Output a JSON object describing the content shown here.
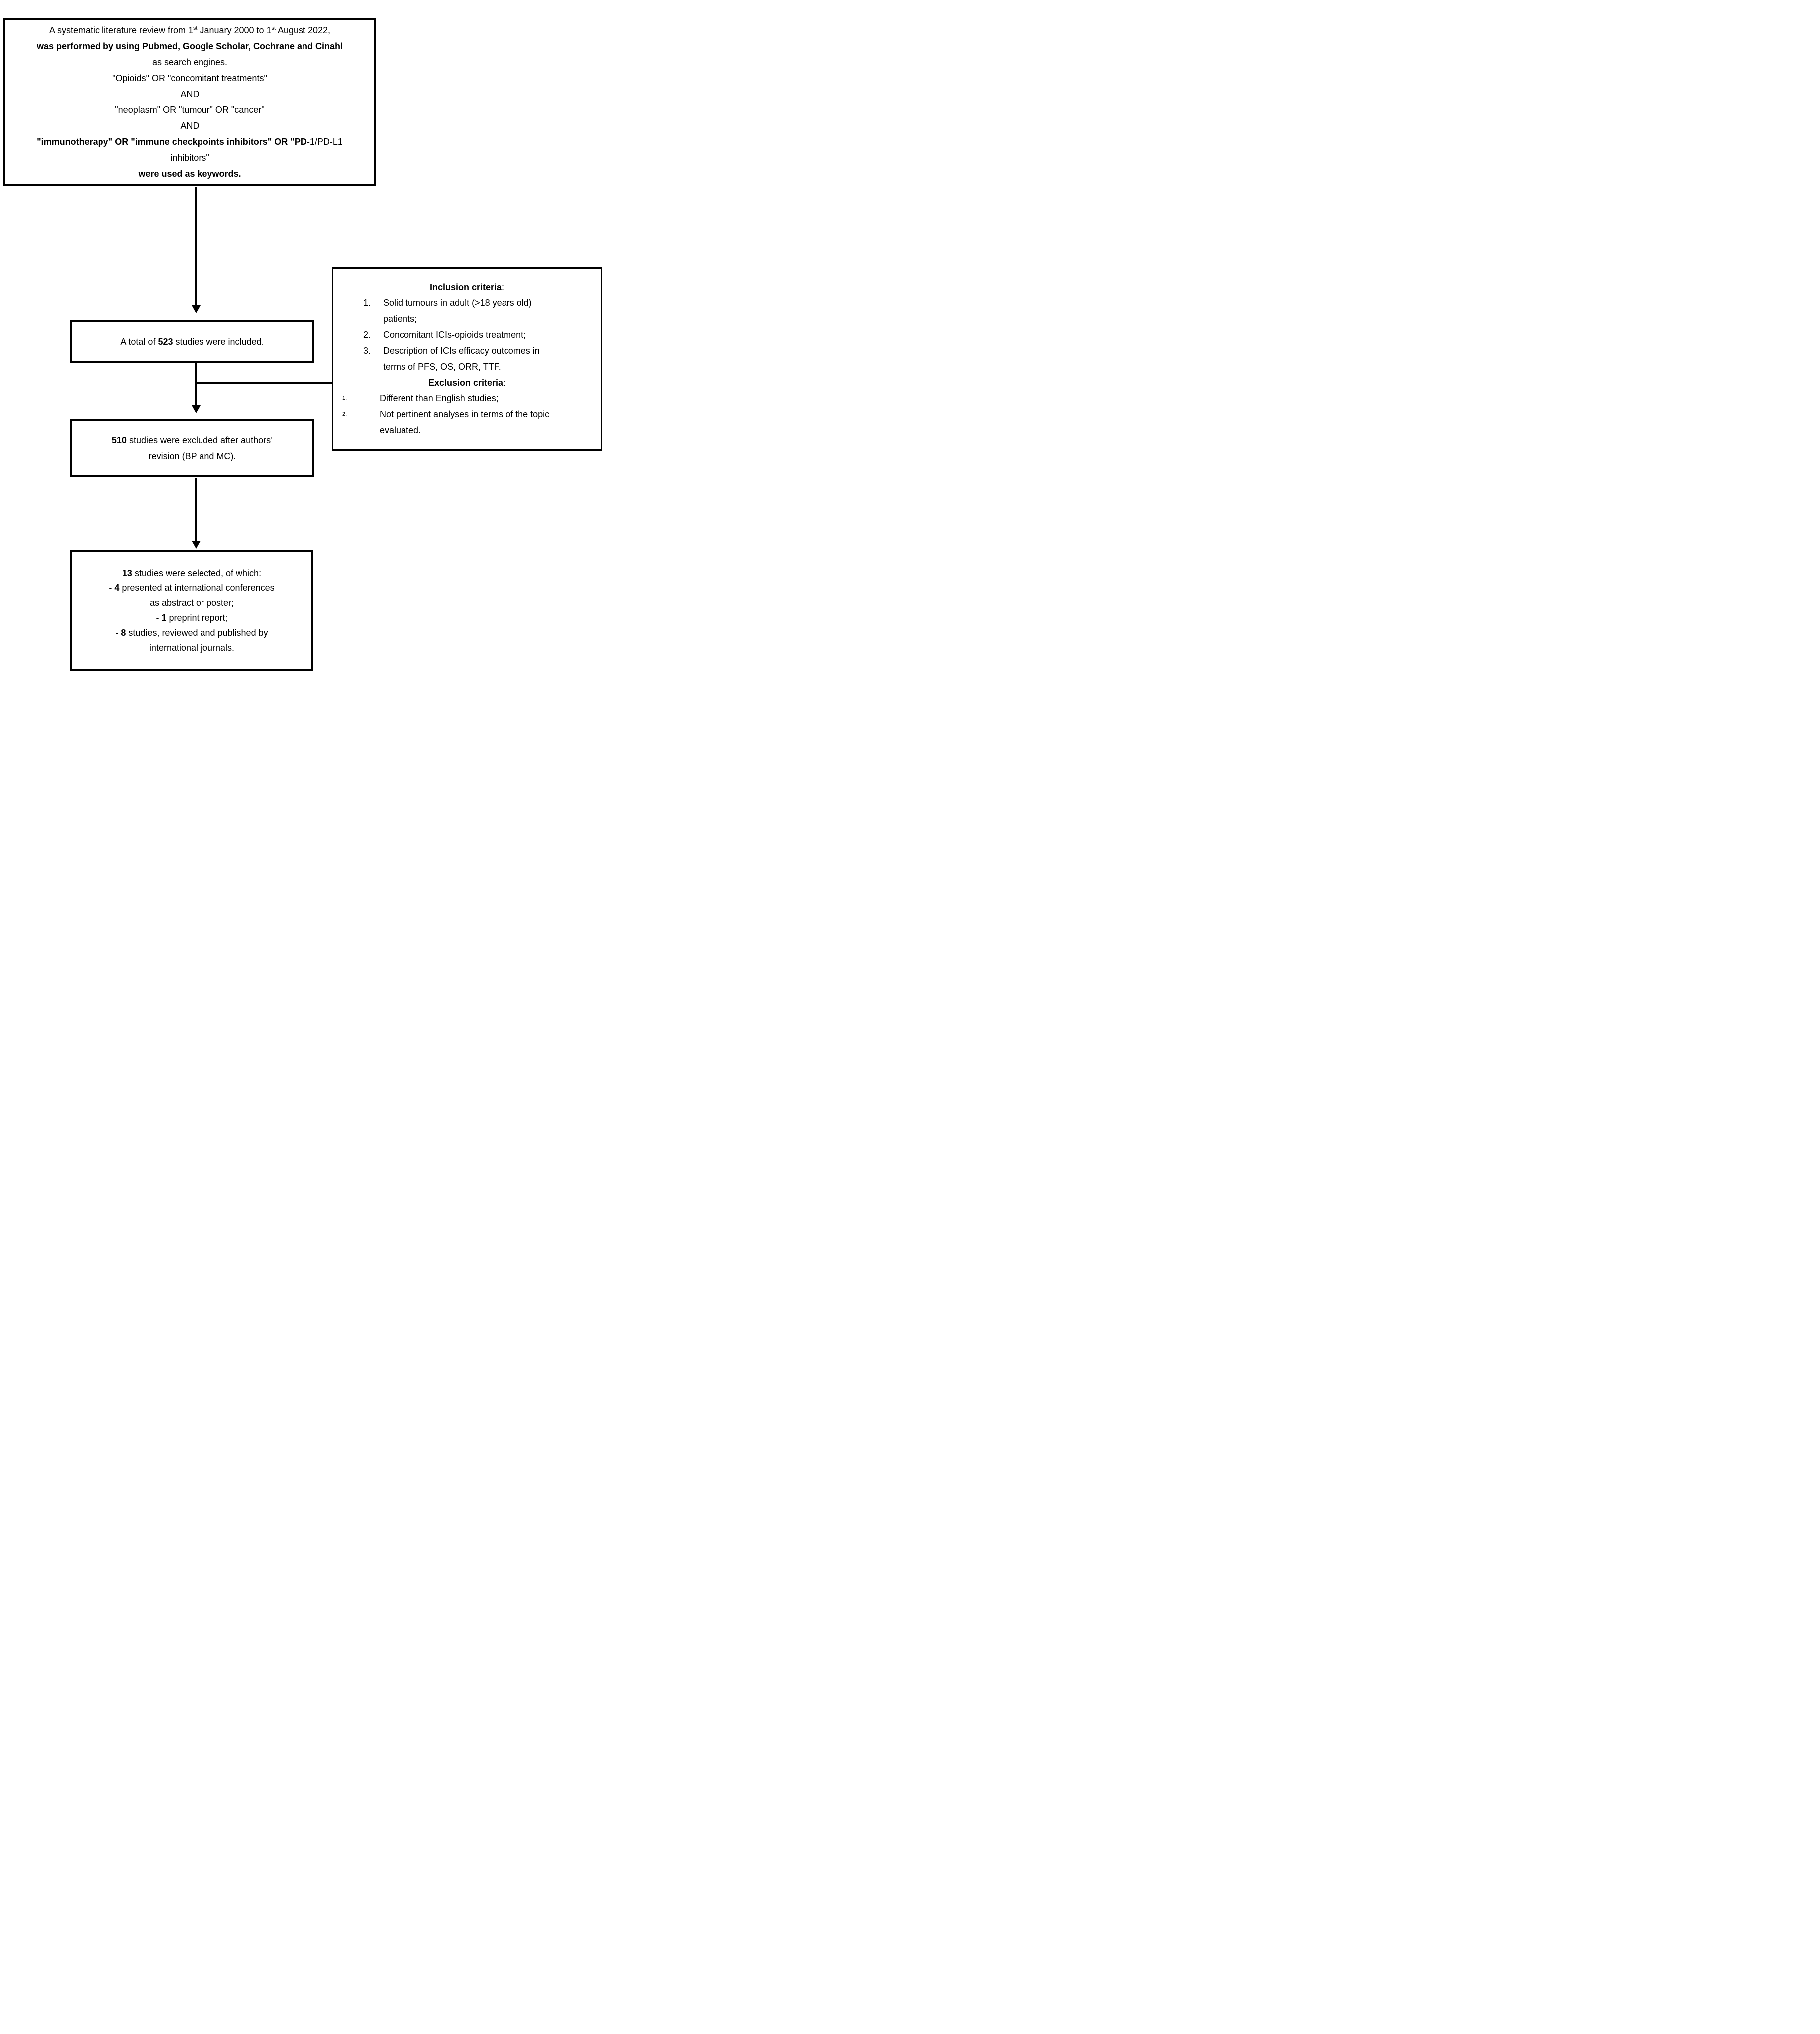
{
  "colors": {
    "ink": "#000000",
    "background": "#ffffff"
  },
  "boxes": {
    "search": {
      "lines": [
        {
          "segs": [
            {
              "t": "A systematic literature review from 1"
            },
            {
              "t": "st",
              "sup": true
            },
            {
              "t": " January 2000 to 1"
            },
            {
              "t": "st",
              "sup": true
            },
            {
              "t": " August 2022,"
            }
          ]
        },
        {
          "segs": [
            {
              "t": "was performed by using Pubmed, Google Scholar, Cochrane and Cinahl",
              "b": true
            }
          ]
        },
        {
          "segs": [
            {
              "t": "as search engines."
            }
          ]
        },
        {
          "segs": [
            {
              "t": "\"Opioids\" OR \"concomitant treatments\""
            }
          ]
        },
        {
          "segs": [
            {
              "t": "AND"
            }
          ]
        },
        {
          "segs": [
            {
              "t": "\"neoplasm\" OR \"tumour\" OR \"cancer\""
            }
          ]
        },
        {
          "segs": [
            {
              "t": "AND"
            }
          ]
        },
        {
          "segs": [
            {
              "t": "\"immunotherapy\" OR \"immune checkpoints inhibitors\" OR \"PD-",
              "b": true
            },
            {
              "t": "1/PD-L1"
            }
          ]
        },
        {
          "segs": [
            {
              "t": "inhibitors\""
            }
          ]
        },
        {
          "segs": [
            {
              "t": "were used as keywords.",
              "b": true
            }
          ]
        }
      ]
    },
    "included": {
      "lines": [
        {
          "segs": [
            {
              "t": "A total of "
            },
            {
              "t": "523",
              "b": true
            },
            {
              "t": " studies were included."
            }
          ]
        }
      ]
    },
    "excluded": {
      "lines": [
        {
          "segs": [
            {
              "t": "510",
              "b": true
            },
            {
              "t": " studies were excluded after authors’"
            }
          ]
        },
        {
          "segs": [
            {
              "t": "revision (BP and MC)."
            }
          ]
        }
      ]
    },
    "selected": {
      "lines": [
        {
          "segs": [
            {
              "t": "13",
              "b": true
            },
            {
              "t": " studies were selected, of which:"
            }
          ]
        },
        {
          "segs": [
            {
              "t": "- "
            },
            {
              "t": "4",
              "b": true
            },
            {
              "t": " presented at international conferences"
            }
          ]
        },
        {
          "segs": [
            {
              "t": "as abstract or poster;"
            }
          ]
        },
        {
          "segs": [
            {
              "t": "- "
            },
            {
              "t": "1",
              "b": true
            },
            {
              "t": " preprint report;"
            }
          ]
        },
        {
          "segs": [
            {
              "t": "- "
            },
            {
              "t": "8",
              "b": true
            },
            {
              "t": " studies, reviewed and published by"
            }
          ]
        },
        {
          "segs": [
            {
              "t": "international journals."
            }
          ]
        }
      ]
    },
    "criteria": {
      "inclusion_title": [
        {
          "segs": [
            {
              "t": "Inclusion criteria",
              "b": true
            },
            {
              "t": ":"
            }
          ]
        }
      ],
      "inclusion_items": [
        {
          "num": "1.",
          "lines": [
            "Solid tumours in adult (>18 years old)",
            "patients;"
          ]
        },
        {
          "num": "2.",
          "lines": [
            "Concomitant ICIs-opioids treatment;"
          ]
        },
        {
          "num": "3.",
          "lines": [
            "Description of ICIs efficacy outcomes in",
            "terms of PFS, OS, ORR, TTF."
          ]
        }
      ],
      "exclusion_title": [
        {
          "segs": [
            {
              "t": "Exclusion criteria",
              "b": true
            },
            {
              "t": ":"
            }
          ]
        }
      ],
      "exclusion_items": [
        {
          "num": "1.",
          "lines": [
            "Different than English studies;"
          ]
        },
        {
          "num": "2.",
          "lines": [
            "Not pertinent analyses in terms of the topic",
            "evaluated."
          ]
        }
      ]
    }
  }
}
